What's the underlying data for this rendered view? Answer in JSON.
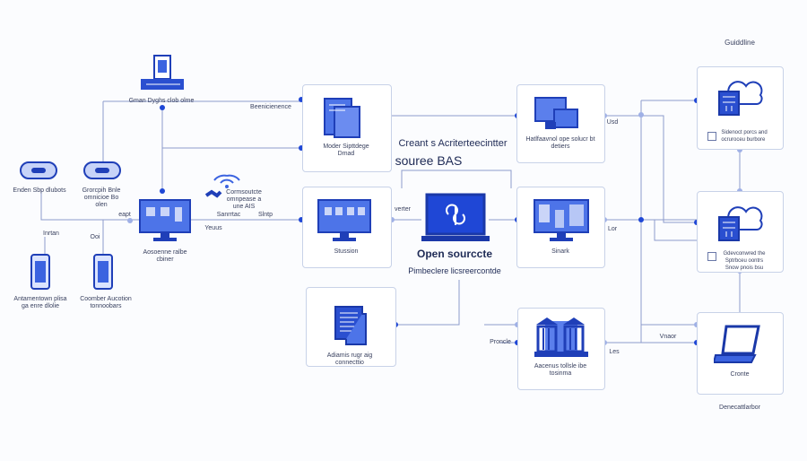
{
  "colors": {
    "accent": "#1f47d6",
    "line": "#7f91c9",
    "box": "#c8d2e8"
  },
  "header": {
    "guideline": "Guiddline",
    "footer": "Denecattlarbor"
  },
  "center": {
    "title1": "Creant s Acriterteecintter",
    "title2": "souree BAS",
    "open": "Open sourccte",
    "sub": "Pimbeclere licsreercontde"
  },
  "left": {
    "server_label": "Gman Dyghs clob olme",
    "pill1": "Enden Sbp dlubots",
    "pill2": [
      "Grorcpih Bnle",
      "omnicioe Bo",
      "olen"
    ],
    "eapt": "eapt",
    "inrtan": "Inrtan",
    "ooi": "Ooi",
    "phone1": [
      "Antamentown plisa",
      "ga enre dlolie"
    ],
    "phone2": [
      "Coomber Aucotion",
      "tonnoobars"
    ],
    "monitor": [
      "Aosoenne ralbe",
      "cbiner"
    ],
    "wifi": [
      "Cormsoutcte",
      "omnpease a",
      "une AIS"
    ],
    "sanrrtac": "Sanrrtac",
    "slntp": "Slntp",
    "yeuus": "Yeuus",
    "beenicienence": "Beenicienence"
  },
  "boxes": {
    "a": [
      "Moder Sipttdege",
      "Dmad"
    ],
    "b": [
      "Stussion"
    ],
    "c": [
      "Hatlfaavnol ope solucr bt",
      "detiers"
    ],
    "d": [
      "Sinark"
    ],
    "e": [
      "Adiamis rugr aig",
      "connecttio"
    ],
    "f": [
      "Aacenus tollsle ibe",
      "tosinma"
    ],
    "g": [
      "Sidenoct porcs and",
      "ocruroceu burbore"
    ],
    "h": [
      "Gdevconwred the",
      "Sptrbceu oontrs",
      "Snow pnois bsu"
    ],
    "i": [
      "Cronte"
    ]
  },
  "edges": {
    "verter": "verter",
    "usd": "Usd",
    "lor": "Lor",
    "proncle": "Proncle",
    "les": "Les",
    "vnaor": "Vnaor"
  }
}
